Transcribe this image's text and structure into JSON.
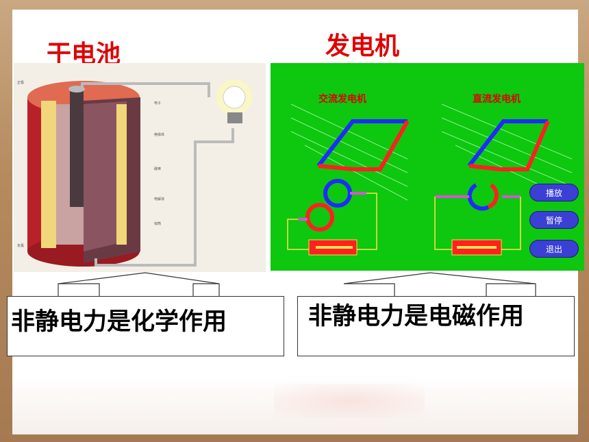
{
  "slide": {
    "title_battery": "干电池",
    "title_generator": "发电机",
    "box_battery_text": "非静电力是化学作用",
    "box_generator_text": "非静电力是电磁作用"
  },
  "generator_panel": {
    "label_ac": "交流发电机",
    "label_dc": "直流发电机",
    "buttons": [
      {
        "label": "播放"
      },
      {
        "label": "暂停"
      },
      {
        "label": "退出"
      }
    ]
  },
  "colors": {
    "title_red": "#e00000",
    "panel_green": "#0ec70f",
    "button_blue": "#3b3fd4",
    "battery_red": "#b8212a",
    "battery_yellow": "#f1d77a"
  }
}
